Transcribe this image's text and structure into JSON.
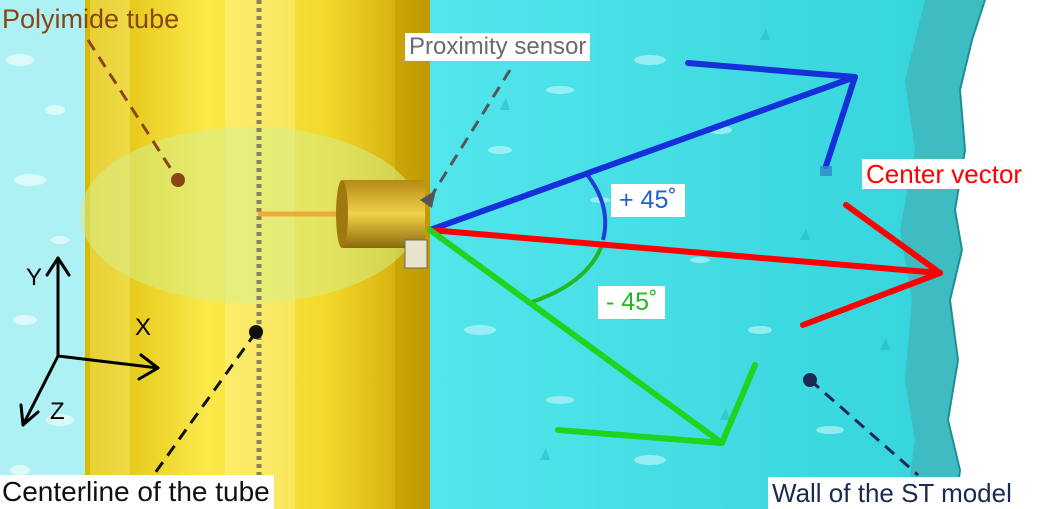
{
  "labels": {
    "polyimide_tube": "Polyimide tube",
    "proximity_sensor": "Proximity sensor",
    "center_vector": "Center vector",
    "plus_angle": "+ 45˚",
    "minus_angle": "- 45˚",
    "centerline": "Centerline of the tube",
    "wall": "Wall of the ST model",
    "axis_y": "Y",
    "axis_x": "X",
    "axis_z": "Z"
  },
  "colors": {
    "polyimide_tube": "#8b4513",
    "proximity_sensor": "#6b6b6b",
    "center_vector": "#ff0000",
    "plus_angle": "#1f5fd0",
    "minus_angle": "#22b822",
    "centerline": "#111111",
    "wall": "#1a2a50",
    "wall_fill": "#3fdde4",
    "tube_fill": "#f2dc2a"
  }
}
